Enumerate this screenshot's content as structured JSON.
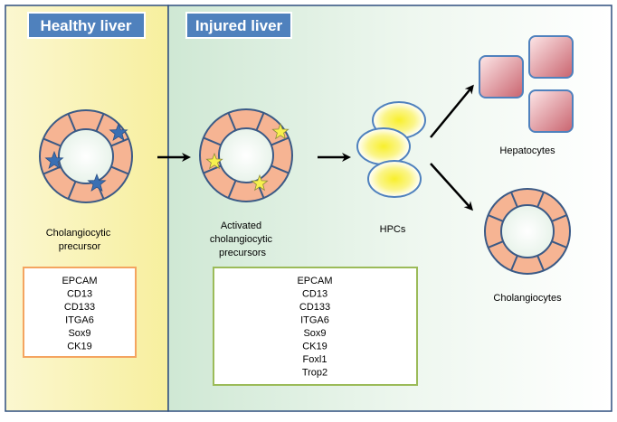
{
  "panels": {
    "healthy": {
      "title": "Healthy liver",
      "cell_label": [
        "Cholangiocytic",
        "precursor"
      ],
      "markers": [
        "EPCAM",
        "CD13",
        "CD133",
        "ITGA6",
        "Sox9",
        "CK19"
      ]
    },
    "injured": {
      "title": "Injured liver",
      "cell_label": [
        "Activated",
        "cholangiocytic",
        "precursors"
      ],
      "markers": [
        "EPCAM",
        "CD13",
        "CD133",
        "ITGA6",
        "Sox9",
        "CK19",
        "Foxl1",
        "Trop2"
      ],
      "hpc_label": "HPCs",
      "hepatocytes_label": "Hepatocytes",
      "cholangiocytes_label": "Cholangiocytes"
    }
  },
  "colors": {
    "healthy_bg": "#fbf5c4",
    "injured_bg": "#e3f2e6",
    "title_box": "#4f81bd",
    "cell_fill": "#f6b493",
    "star_blue": "#3a6fb3",
    "star_yellow": "#f7f04e",
    "healthy_marker_border": "#f4a460",
    "injured_marker_border": "#9bbb59",
    "hepatocyte": "#d9828a"
  }
}
